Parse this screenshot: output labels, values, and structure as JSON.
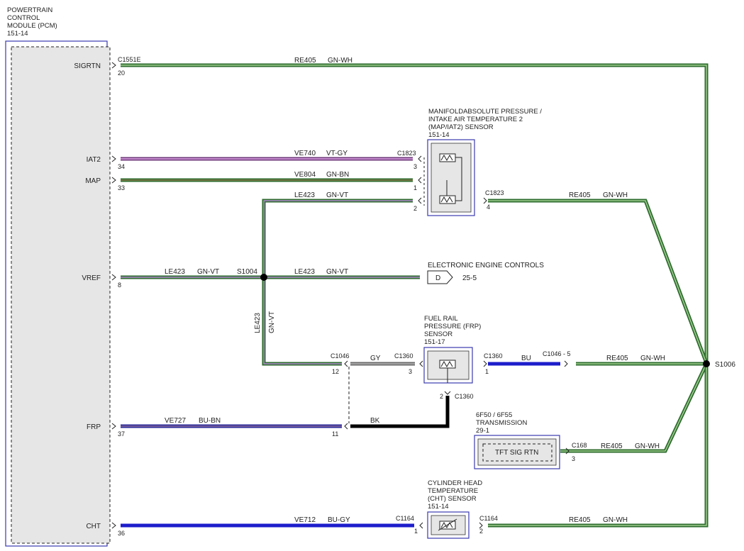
{
  "pcm": {
    "title_lines": [
      "POWERTRAIN",
      "CONTROL",
      "MODULE (PCM)",
      "151-14"
    ],
    "pins": {
      "sigrtn": {
        "name": "SIGRTN",
        "connector": "C1551E",
        "pin": "20"
      },
      "iat2": {
        "name": "IAT2",
        "pin": "34"
      },
      "map": {
        "name": "MAP",
        "pin": "33"
      },
      "vref": {
        "name": "VREF",
        "pin": "8"
      },
      "frp": {
        "name": "FRP",
        "pin": "37"
      },
      "cht": {
        "name": "CHT",
        "pin": "36"
      }
    }
  },
  "wires": {
    "sigrtn": {
      "circuit": "RE405",
      "color": "GN-WH"
    },
    "iat2": {
      "circuit": "VE740",
      "color": "VT-GY"
    },
    "map": {
      "circuit": "VE804",
      "color": "GN-BN"
    },
    "map_ref": {
      "circuit": "LE423",
      "color": "GN-VT"
    },
    "vref_left": {
      "circuit": "LE423",
      "color": "GN-VT"
    },
    "vref_right": {
      "circuit": "LE423",
      "color": "GN-VT"
    },
    "vref_vertical": {
      "circuit": "LE423",
      "color": "GN-VT"
    },
    "map_return": {
      "circuit": "RE405",
      "color": "GN-WH"
    },
    "frp_gy": {
      "color": "GY"
    },
    "frp_bu": {
      "color": "BU"
    },
    "frp_return": {
      "circuit": "RE405",
      "color": "GN-WH"
    },
    "frp_signal": {
      "circuit": "VE727",
      "color": "BU-BN"
    },
    "frp_bk": {
      "color": "BK"
    },
    "trans_return": {
      "circuit": "RE405",
      "color": "GN-WH"
    },
    "cht": {
      "circuit": "VE712",
      "color": "BU-GY"
    },
    "cht_return": {
      "circuit": "RE405",
      "color": "GN-WH"
    }
  },
  "splices": {
    "s1004": "S1004",
    "s1006": "S1006"
  },
  "map_sensor": {
    "title_lines": [
      "MANIFOLDABSOLUTE PRESSURE /",
      "INTAKE AIR TEMPERATURE 2",
      "(MAP/IAT2) SENSOR",
      "151-14"
    ],
    "connector_in": "C1823",
    "connector_out": "C1823",
    "pins": {
      "iat2": "3",
      "map": "1",
      "vref": "2",
      "ret": "4"
    }
  },
  "eec": {
    "title": "ELECTRONIC ENGINE CONTROLS",
    "ref": "25-5",
    "arrow_label": "D"
  },
  "frp_sensor": {
    "title_lines": [
      "FUEL RAIL",
      "PRESSURE (FRP)",
      "SENSOR",
      "151-17"
    ],
    "connector_c1046": "C1046",
    "pin_12": "12",
    "pin_11": "11",
    "connector_c1360": "C1360",
    "pin_3": "3",
    "pin_1": "1",
    "pin_2": "2",
    "connector_c1046_5": "C1046 - 5"
  },
  "transmission": {
    "title_lines": [
      "6F50 / 6F55",
      "TRANSMISSION",
      "29-1"
    ],
    "inner_label": "TFT SIG RTN",
    "connector": "C168",
    "pin": "3"
  },
  "cht_sensor": {
    "title_lines": [
      "CYLINDER HEAD",
      "TEMPERATURE",
      "(CHT) SENSOR",
      "151-14"
    ],
    "connector": "C1164",
    "pin_in": "1",
    "pin_out": "2"
  },
  "colors": {
    "green": "#2e6b2e",
    "green_light": "#9fcf8f",
    "violet": "#c57bd0",
    "violet_dark": "#6f3a7a",
    "blue": "#1d1dcc",
    "navy": "#2a2a9a",
    "gray": "#8a8a8a",
    "black": "#000000",
    "box_border": "#3a3ab0"
  }
}
